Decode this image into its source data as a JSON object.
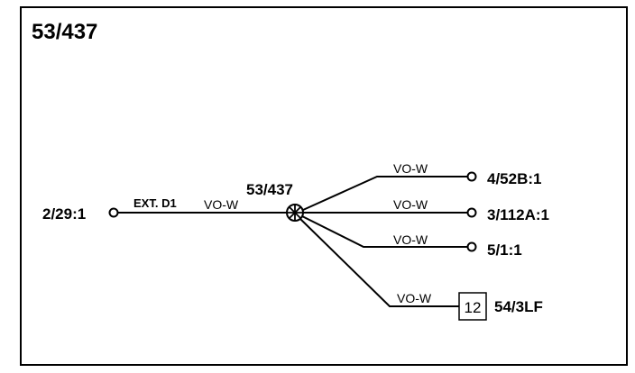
{
  "diagram": {
    "title": "53/437",
    "splice": {
      "label": "53/437"
    },
    "left": {
      "terminal": "2/29:1",
      "ext_label": "EXT. D1",
      "wire_color": "VO-W"
    },
    "branches": [
      {
        "wire_color": "VO-W",
        "terminal": "4/52B:1"
      },
      {
        "wire_color": "VO-W",
        "terminal": "3/112A:1"
      },
      {
        "wire_color": "VO-W",
        "terminal": "5/1:1"
      },
      {
        "wire_color": "VO-W",
        "connector_pin": "12",
        "terminal": "54/3LF"
      }
    ]
  }
}
